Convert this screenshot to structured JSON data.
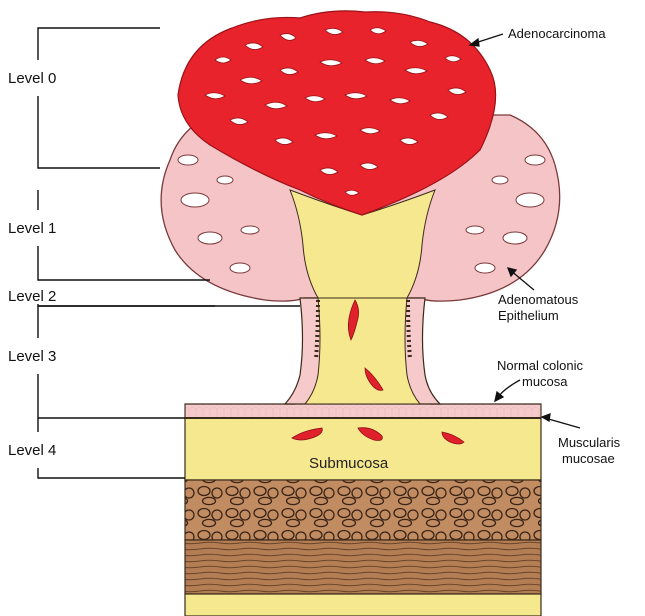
{
  "levels": {
    "level0": "Level 0",
    "level1": "Level 1",
    "level2": "Level 2",
    "level3": "Level 3",
    "level4": "Level 4"
  },
  "labels": {
    "adenocarcinoma": "Adenocarcinoma",
    "adenomatous_1": "Adenomatous",
    "adenomatous_2": "Epithelium",
    "normal_1": "Normal colonic",
    "normal_2": "mucosa",
    "muscularis_1": "Muscularis",
    "muscularis_2": "mucosae",
    "submucosa": "Submucosa"
  },
  "colors": {
    "tumor_red": "#e8232c",
    "polyp_pink": "#f2c5c8",
    "submucosa_yellow": "#f6e88e",
    "muscle_brown": "#b8825a",
    "outline": "#3a2a1a"
  }
}
